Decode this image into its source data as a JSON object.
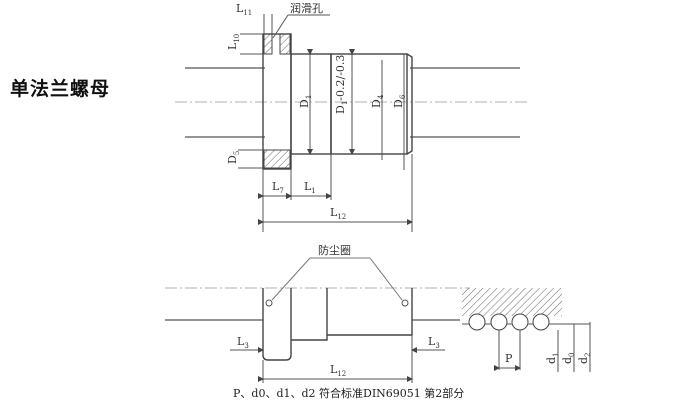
{
  "title": "单法兰螺母",
  "top_view": {
    "lubrication_hole_label": "润滑孔",
    "dims": {
      "L11": "L11",
      "L10": "L10",
      "D1": "D1",
      "D1_tol": "D1-0.2/-0.3",
      "D4": "D4",
      "D6": "D6",
      "D5": "D5",
      "L7": "L7",
      "L1": "L1",
      "L12": "L12"
    }
  },
  "bottom_view": {
    "dust_seal_label": "防尘圈",
    "dims": {
      "L3_left": "L3",
      "L3_right": "L3",
      "L12": "L12"
    }
  },
  "detail_view": {
    "dims": {
      "P": "P",
      "d0": "d0",
      "d1": "d1",
      "d2": "d2"
    }
  },
  "caption": "P、d0、d1、d2 符合标准DIN69051 第2部分"
}
